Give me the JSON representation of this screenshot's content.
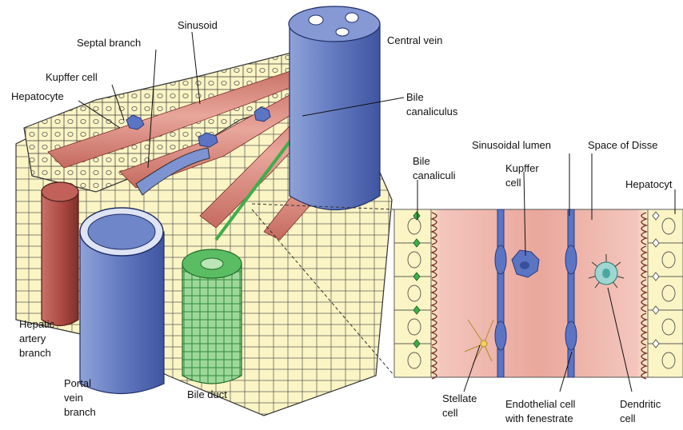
{
  "labels": {
    "sinusoid": "Sinusoid",
    "septal_branch": "Septal branch",
    "central_vein": "Central vein",
    "kupffer_cell": "Kupffer cell",
    "hepatocyte": "Hepatocyte",
    "bile_canaliculus_l1": "Bile",
    "bile_canaliculus_l2": "canaliculus",
    "sinusoidal_lumen": "Sinusoidal lumen",
    "space_of_disse": "Space of Disse",
    "bile_canaliculi_l1": "Bile",
    "bile_canaliculi_l2": "canaliculi",
    "kupffer_detail_l1": "Kupffer",
    "kupffer_detail_l2": "cell",
    "hepatocyte_detail": "Hepatocyt",
    "hepatic_artery_l1": "Hepatic",
    "hepatic_artery_l2": "artery",
    "hepatic_artery_l3": "branch",
    "portal_vein_l1": "Portal",
    "portal_vein_l2": "vein",
    "portal_vein_l3": "branch",
    "bile_duct": "Bile duct",
    "stellate_l1": "Stellate",
    "stellate_l2": "cell",
    "endothelial_l1": "Endothelial cell",
    "endothelial_l2": "with fenestrate",
    "dendritic_l1": "Dendritic",
    "dendritic_l2": "cell"
  },
  "colors": {
    "hepatocyte_fill": "#fbf4c4",
    "sinusoid_fill": "#d98a7e",
    "vein_blue": "#6f86c8",
    "artery_red": "#b5504a",
    "bile_green": "#3fae4a",
    "kupffer_blue": "#5b74c4",
    "disse_pink": "#f2c9c0",
    "dendritic_teal": "#9fd6d0"
  }
}
